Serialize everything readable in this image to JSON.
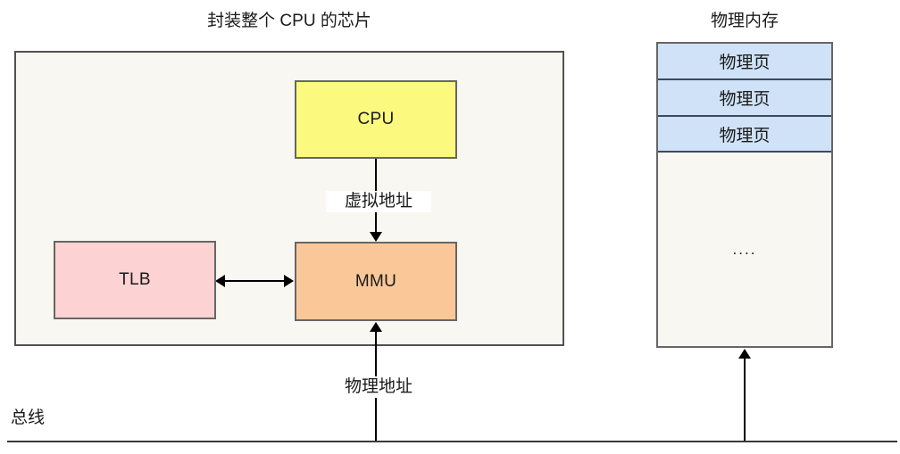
{
  "diagram": {
    "chip": {
      "title": "封装整个 CPU 的芯片",
      "nodes": {
        "cpu": "CPU",
        "mmu": "MMU",
        "tlb": "TLB"
      },
      "edges": {
        "virtual_address": "虚拟地址",
        "physical_address": "物理地址"
      }
    },
    "memory": {
      "title": "物理内存",
      "pages": [
        "物理页",
        "物理页",
        "物理页"
      ],
      "ellipsis": "...."
    },
    "bus": {
      "label": "总线"
    },
    "colors": {
      "chip_fill": "#f9f7f1",
      "cpu_fill": "#fbf97e",
      "mmu_fill": "#fac898",
      "tlb_fill": "#fcd2d2",
      "page_fill": "#cfe2f7",
      "memory_fill": "#f9f7f1",
      "stroke": "#666666",
      "line": "#000000"
    }
  }
}
